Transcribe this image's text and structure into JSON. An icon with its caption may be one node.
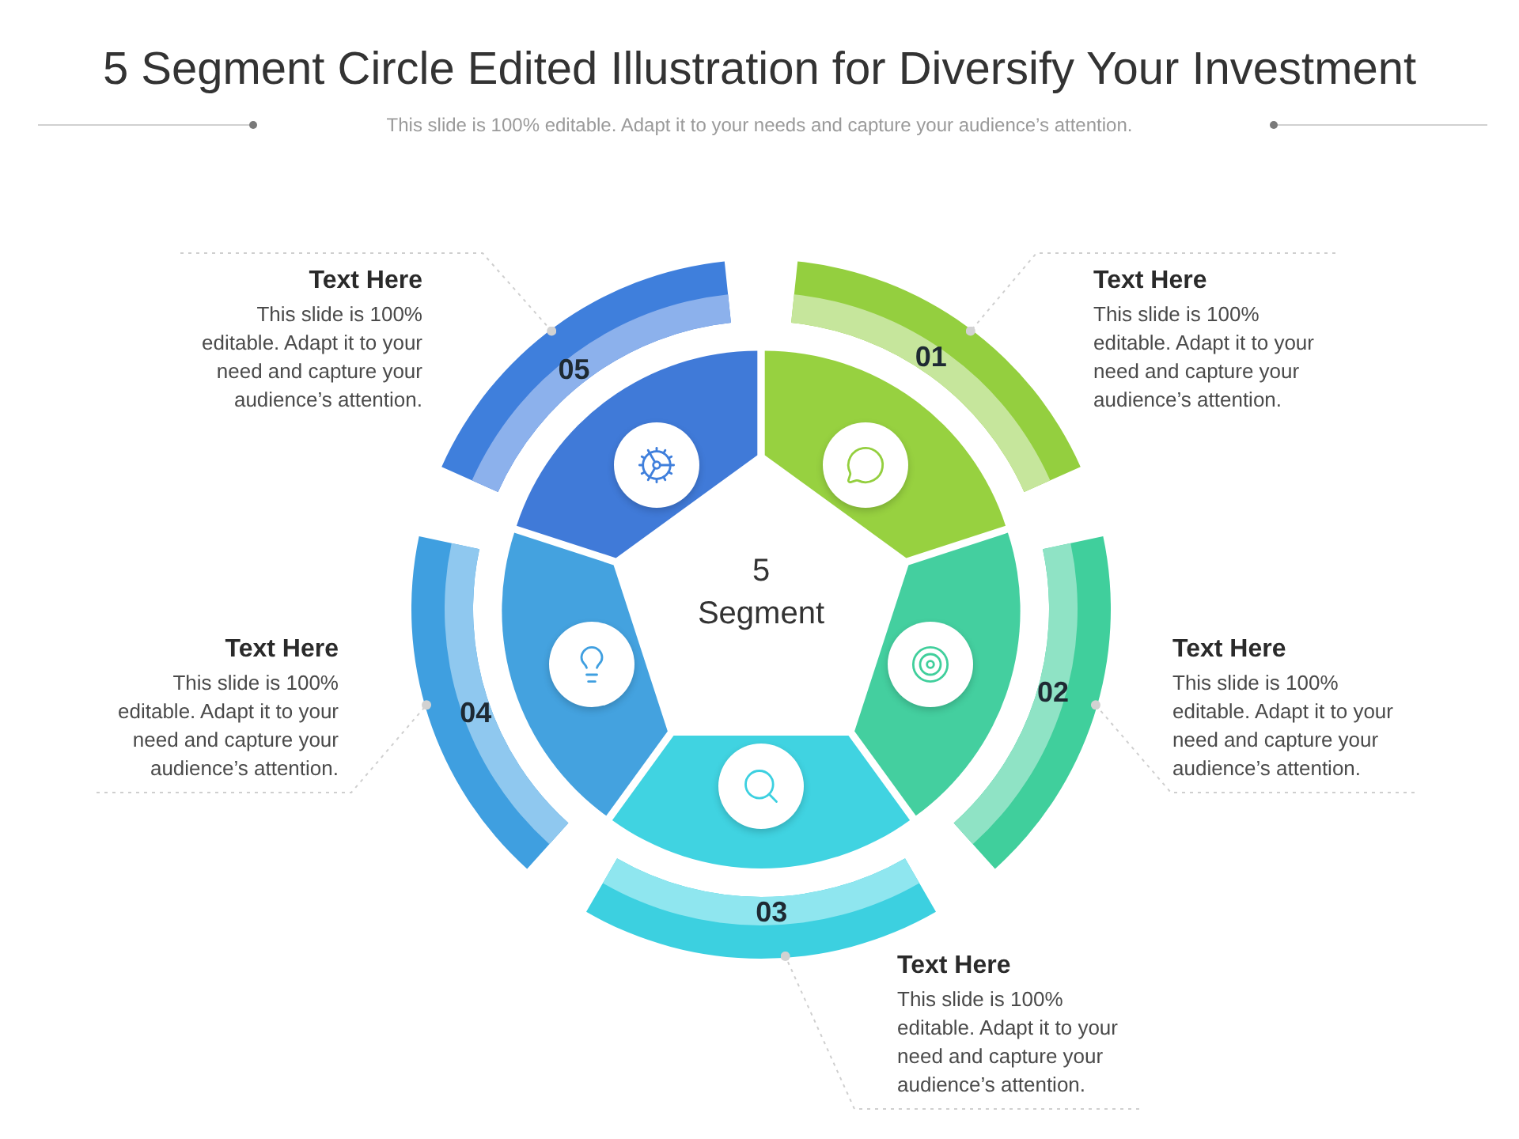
{
  "diagram": {
    "title": "5 Segment Circle Edited Illustration for Diversify Your Investment",
    "nodes": [
      {
        "text": [
          "5 Segment"
        ]
      },
      {
        "text": [],
        "shape": "sector"
      },
      {
        "text": [],
        "shape": "sector"
      },
      {
        "text": [],
        "shape": "sector"
      },
      {
        "text": [],
        "shape": "sector"
      },
      {
        "text": [],
        "shape": "sector"
      },
      {
        "text": [
          "01"
        ]
      },
      {
        "text": [
          "02"
        ]
      },
      {
        "text": [
          "03"
        ]
      },
      {
        "text": [
          "04"
        ]
      },
      {
        "text": [
          "05"
        ]
      },
      {
        "text": [
          "Text Here",
          "This slide is 100% editable. Adapt it to your need and capture your audience’s attention."
        ]
      },
      {
        "text": [
          "Text Here",
          "This slide is 100% editable. Adapt it to your need and capture your audience’s attention."
        ]
      },
      {
        "text": [
          "Text Here",
          "This slide is 100% editable. Adapt it to your need and capture your audience’s attention."
        ]
      },
      {
        "text": [
          "Text Here",
          "This slide is 100% editable. Adapt it to your need and capture your audience’s attention."
        ]
      },
      {
        "text": [
          "Text Here",
          "This slide is 100% editable. Adapt it to your need and capture your audience’s attention."
        ]
      }
    ],
    "edges": [
      {
        "from": 11,
        "to": 6,
        "arrow": "other",
        "style": "dashed"
      },
      {
        "from": 12,
        "to": 7,
        "arrow": "other",
        "style": "dashed"
      },
      {
        "from": 13,
        "to": 8,
        "arrow": "other",
        "style": "dashed"
      },
      {
        "from": 14,
        "to": 9,
        "arrow": "other",
        "style": "dashed"
      },
      {
        "from": 15,
        "to": 10,
        "arrow": "other",
        "style": "dashed"
      }
    ],
    "labels": [
      "This slide is 100% editable. Adapt it to your needs and capture your audience’s attention."
    ]
  }
}
